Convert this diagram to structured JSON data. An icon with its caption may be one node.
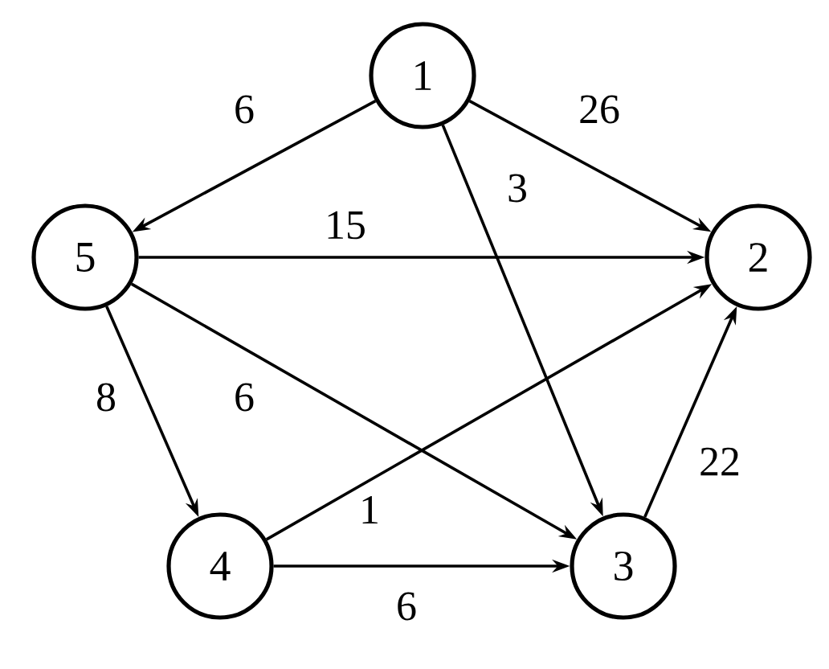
{
  "diagram": {
    "nodes": [
      {
        "text": [
          "1"
        ]
      },
      {
        "text": [
          "5"
        ]
      },
      {
        "text": [
          "2"
        ]
      },
      {
        "text": [
          "4"
        ]
      },
      {
        "text": [
          "3"
        ]
      }
    ],
    "edges": [
      {
        "from": 0,
        "to": 1,
        "arrow": "to",
        "label": "6"
      },
      {
        "from": 0,
        "to": 2,
        "arrow": "to",
        "label": "26"
      },
      {
        "from": 0,
        "to": 4,
        "arrow": "to",
        "label": "3"
      },
      {
        "from": 1,
        "to": 2,
        "arrow": "to",
        "label": "15"
      },
      {
        "from": 1,
        "to": 3,
        "arrow": "to",
        "label": "8"
      },
      {
        "from": 1,
        "to": 4,
        "arrow": "to",
        "label": "6"
      },
      {
        "from": 3,
        "to": 2,
        "arrow": "to",
        "label": "1"
      },
      {
        "from": 3,
        "to": 4,
        "arrow": "to",
        "label": "6"
      },
      {
        "from": 4,
        "to": 2,
        "arrow": "to",
        "label": "22"
      }
    ]
  }
}
